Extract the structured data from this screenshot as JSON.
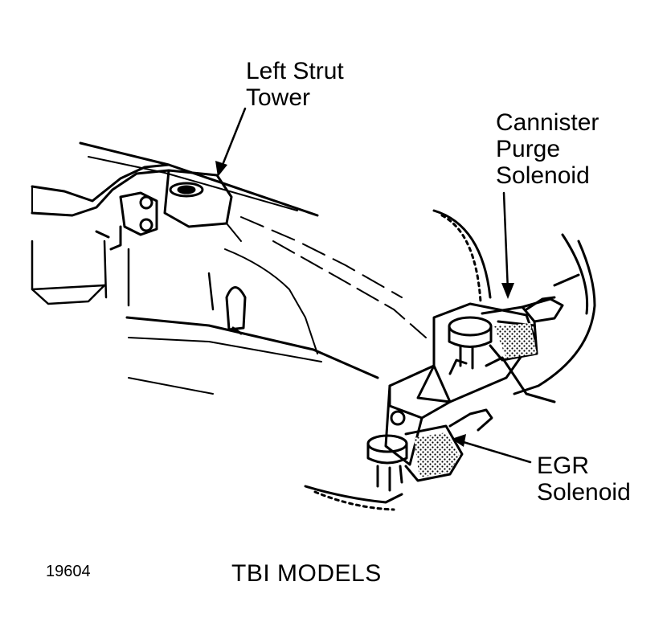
{
  "labels": {
    "left_strut_tower": [
      "Left Strut",
      "Tower"
    ],
    "cannister_purge_solenoid": [
      "Cannister",
      "Purge",
      "Solenoid"
    ],
    "egr_solenoid": [
      "EGR",
      "Solenoid"
    ]
  },
  "figure_number": "19604",
  "caption": "TBI MODELS",
  "colors": {
    "ink": "#000000",
    "paper": "#ffffff"
  }
}
